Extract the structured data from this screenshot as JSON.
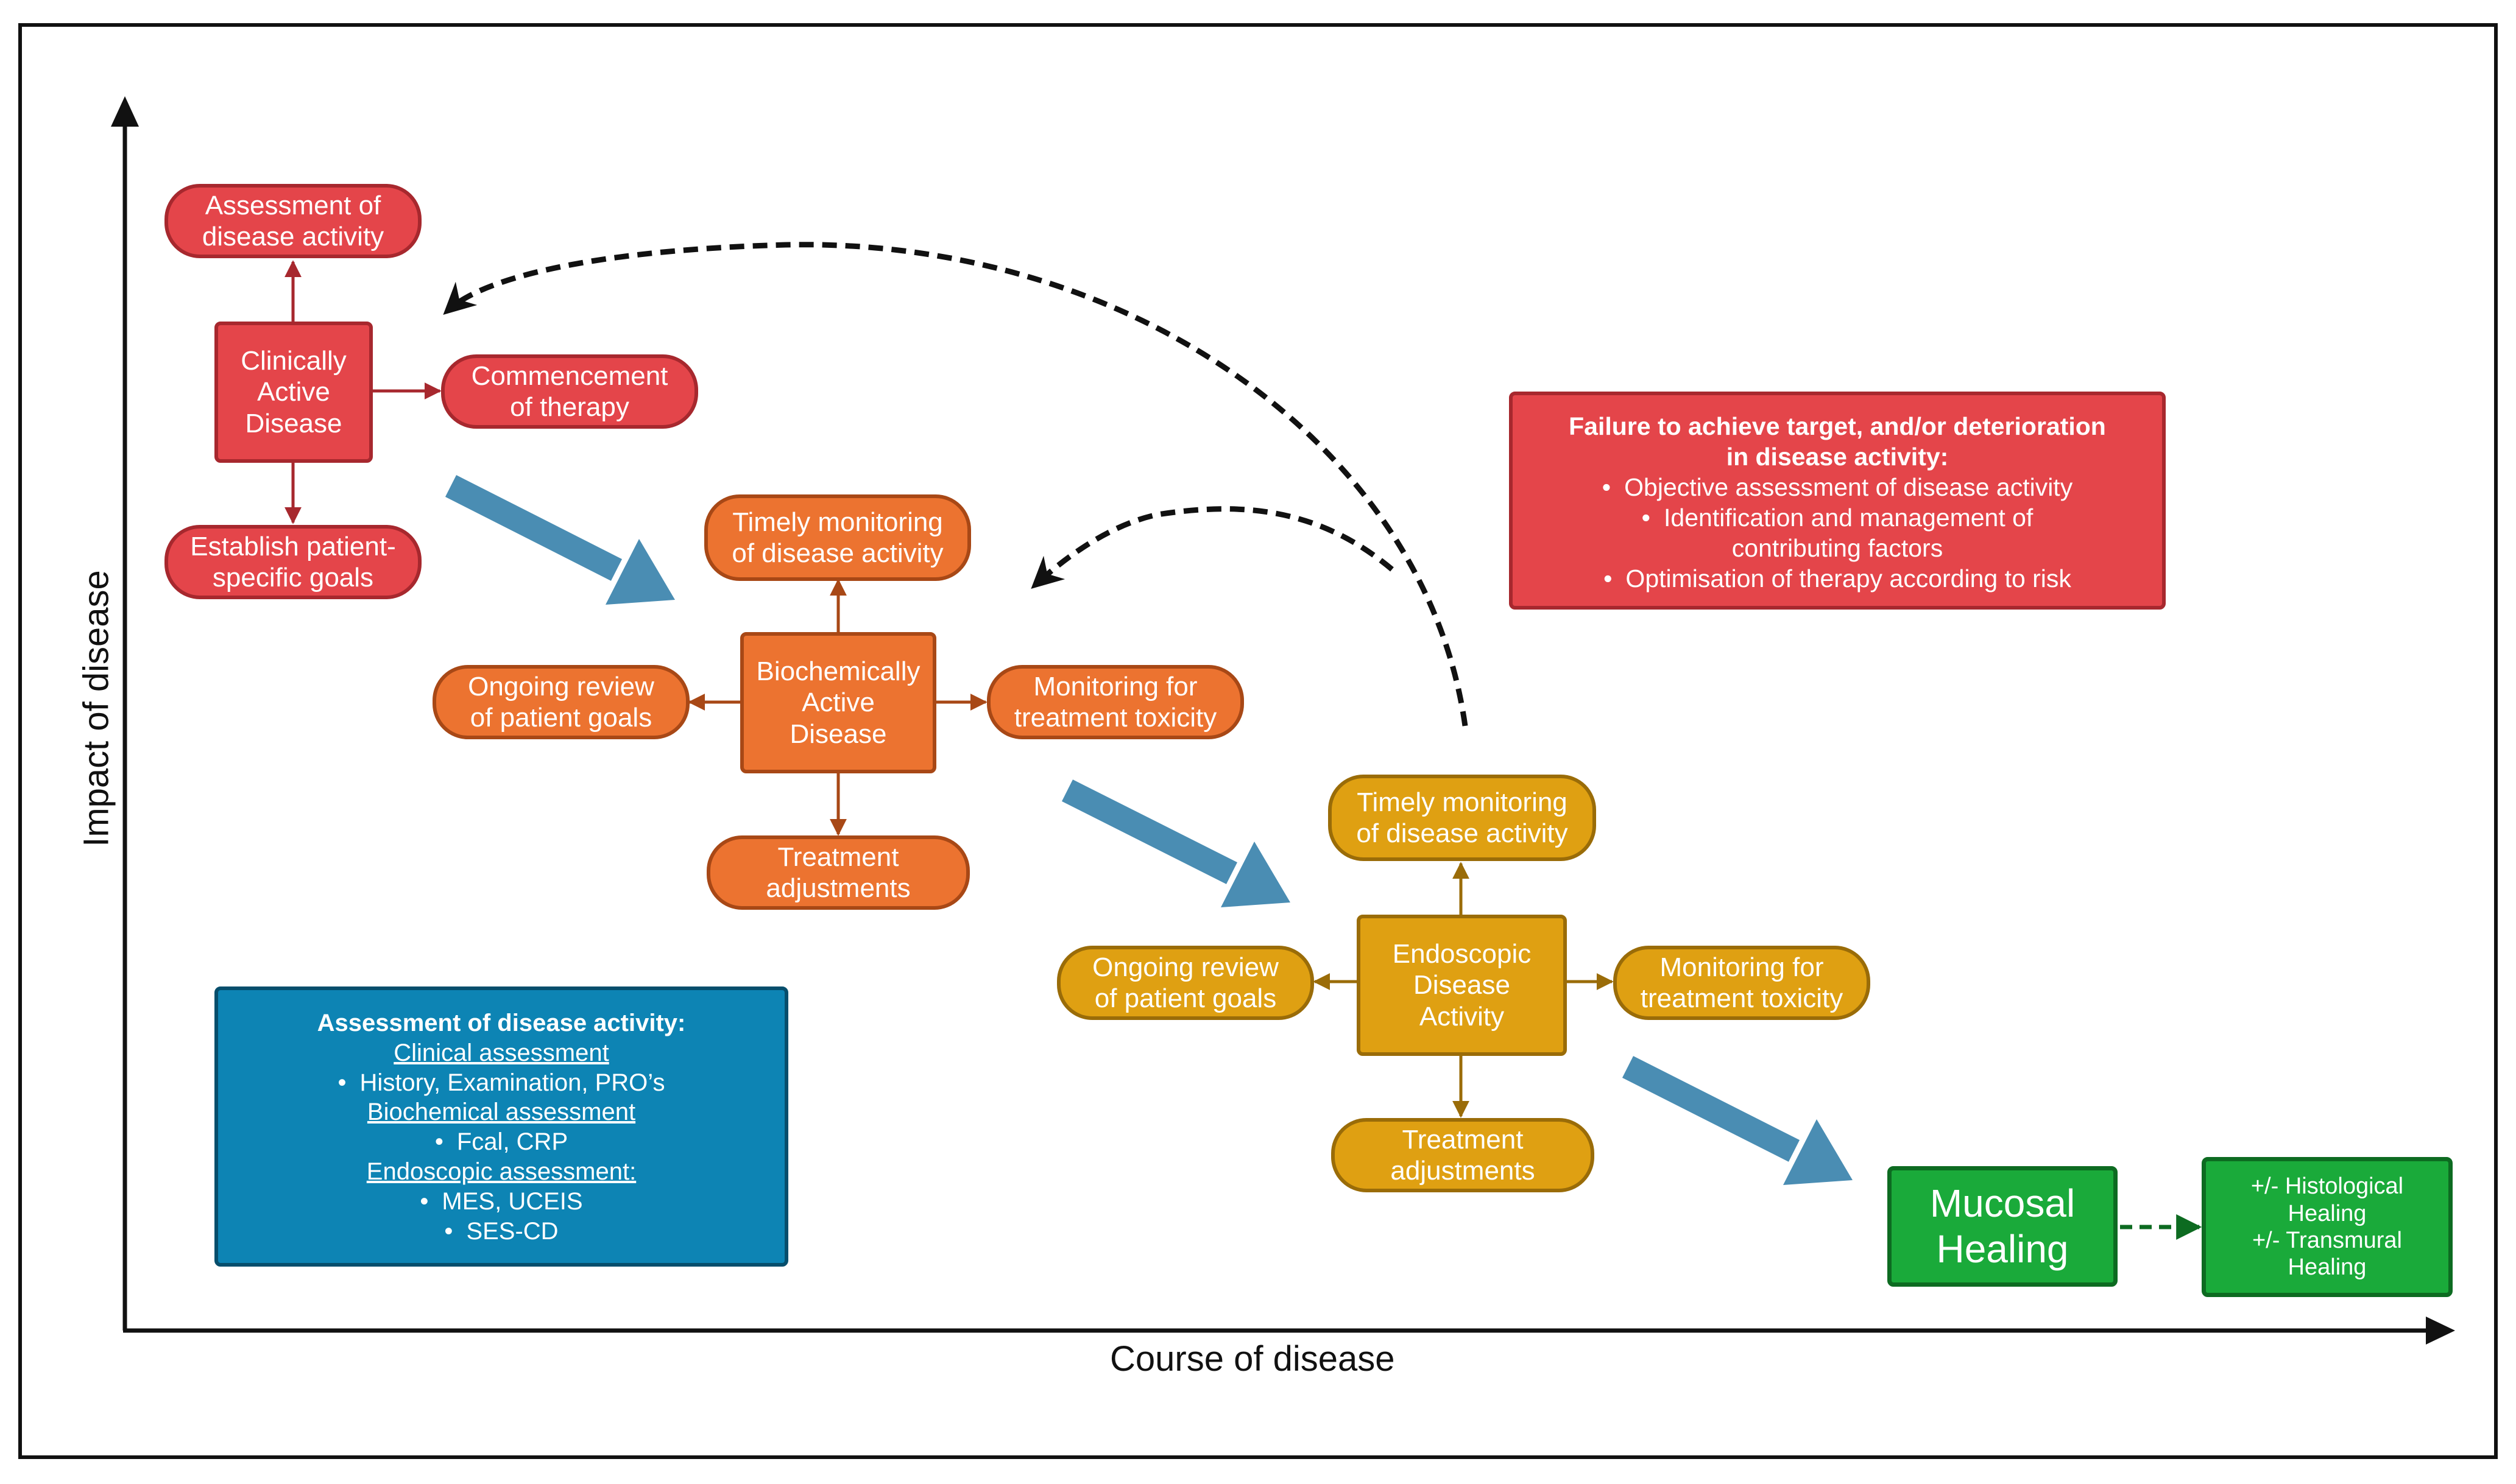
{
  "axes": {
    "x_label": "Course of disease",
    "y_label": "Impact of disease"
  },
  "stage1": {
    "center": "Clinically\nActive\nDisease",
    "top": "Assessment of\ndisease activity",
    "right": "Commencement\nof therapy",
    "bottom": "Establish patient-\nspecific goals",
    "color": "#e4454a"
  },
  "stage2": {
    "center": "Biochemically\nActive\nDisease",
    "top": "Timely monitoring\nof disease activity",
    "left": "Ongoing review\nof patient goals",
    "right": "Monitoring for\ntreatment toxicity",
    "bottom": "Treatment\nadjustments",
    "color": "#ec7330"
  },
  "stage3": {
    "center": "Endoscopic\nDisease\nActivity",
    "top": "Timely monitoring\nof disease activity",
    "left": "Ongoing review\nof patient goals",
    "right": "Monitoring for\ntreatment toxicity",
    "bottom": "Treatment\nadjustments",
    "color": "#dfa012"
  },
  "outcome": {
    "main": "Mucosal\nHealing",
    "extra": "+/- Histological\nHealing\n+/- Transmural\nHealing",
    "color": "#1aaa3a"
  },
  "assessment_box": {
    "title": "Assessment of disease activity:",
    "sections": [
      {
        "heading": "Clinical assessment",
        "items": [
          "History, Examination, PRO’s"
        ]
      },
      {
        "heading": "Biochemical assessment",
        "items": [
          "Fcal, CRP"
        ]
      },
      {
        "heading": "Endoscopic assessment:",
        "items": [
          "MES, UCEIS",
          "SES-CD"
        ]
      }
    ],
    "color": "#0d84b4"
  },
  "failure_box": {
    "title": "Failure to achieve target, and/or deterioration\nin disease activity:",
    "items": [
      "Objective assessment of disease activity",
      "Identification and management of\ncontributing factors",
      "Optimisation of therapy according to risk"
    ]
  },
  "colors": {
    "progress_arrow": "#4a8db3",
    "red_connector": "#a7282e",
    "orange_connector": "#a84816",
    "amber_connector": "#9a6c08",
    "green_connector": "#0d6b21",
    "axis": "#111111"
  }
}
